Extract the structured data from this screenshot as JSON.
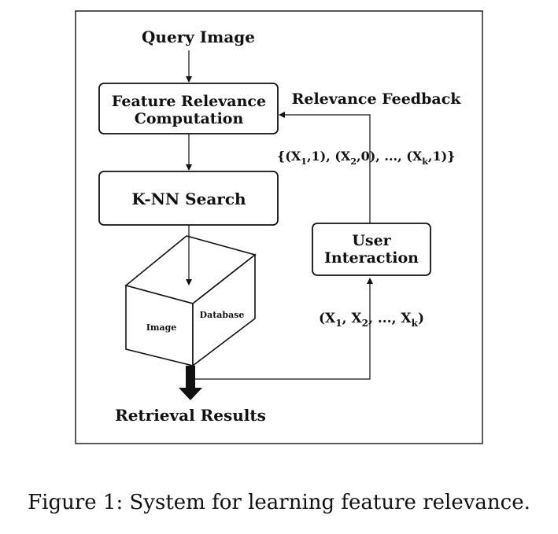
{
  "diagram": {
    "query_image": "Query Image",
    "feature_relevance_line1": "Feature Relevance",
    "feature_relevance_line2": "Computation",
    "knn_search": "K-NN Search",
    "database_face_left": "Image",
    "database_face_right": "Database",
    "retrieval_results": "Retrieval Results",
    "user_interaction_line1": "User",
    "user_interaction_line2": "Interaction",
    "relevance_feedback": "Relevance Feedback",
    "feedback_set": {
      "open": "{(X",
      "sub1": "1",
      "mid1": ",1), (X",
      "sub2": "2",
      "mid2": ",0), ..., (X",
      "subk": "k",
      "close": ",1)}"
    },
    "result_tuple": {
      "open": "(X",
      "sub1": "1",
      "mid1": ", X",
      "sub2": "2",
      "mid2": ", ..., X",
      "subk": "k",
      "close": ")"
    }
  },
  "caption": "Figure 1: System for learning feature relevance."
}
